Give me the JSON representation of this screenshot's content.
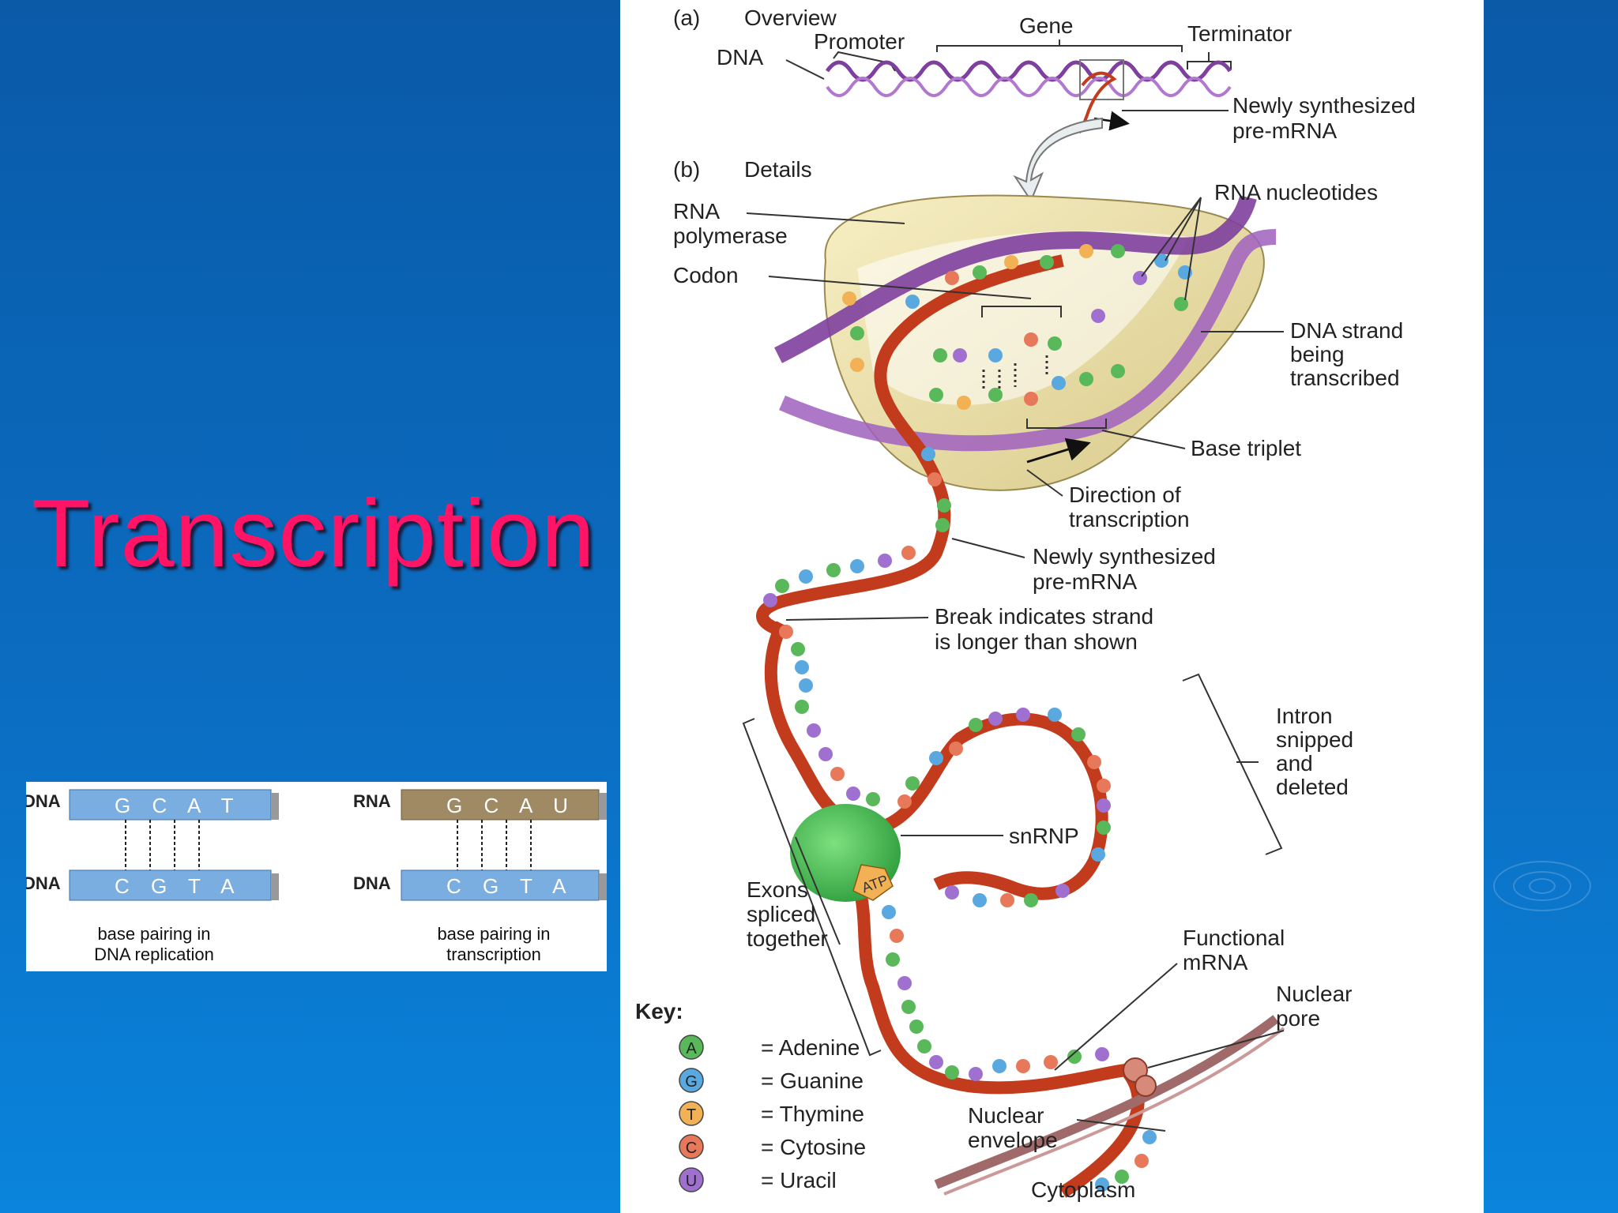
{
  "slide": {
    "title": "Transcription"
  },
  "base_pairing": {
    "left": {
      "top_label": "DNA",
      "top_letters": "G C A T",
      "bottom_label": "DNA",
      "bottom_letters": "C G T A",
      "caption_line1": "base pairing in",
      "caption_line2": "DNA replication"
    },
    "right": {
      "top_label": "RNA",
      "top_letters": "G C A U",
      "bottom_label": "DNA",
      "bottom_letters": "C G T A",
      "caption_line1": "base pairing in",
      "caption_line2": "transcription"
    },
    "colors": {
      "dna": "#7aaee0",
      "rna": "#a08a63"
    }
  },
  "figure": {
    "part_a": {
      "letter": "(a)",
      "heading": "Overview",
      "dna": "DNA",
      "promoter": "Promoter",
      "gene": "Gene",
      "terminator": "Terminator",
      "pre_mrna_1": "Newly synthesized",
      "pre_mrna_2": "pre-mRNA"
    },
    "part_b": {
      "letter": "(b)",
      "heading": "Details",
      "rna_polymerase_1": "RNA",
      "rna_polymerase_2": "polymerase",
      "codon": "Codon",
      "rna_nucleotides": "RNA nucleotides",
      "dna_strand_1": "DNA strand",
      "dna_strand_2": "being",
      "dna_strand_3": "transcribed",
      "base_triplet": "Base triplet",
      "direction_1": "Direction of",
      "direction_2": "transcription",
      "pre_mrna_1": "Newly synthesized",
      "pre_mrna_2": "pre-mRNA",
      "break_1": "Break indicates strand",
      "break_2": "is longer than shown",
      "intron_1": "Intron",
      "intron_2": "snipped",
      "intron_3": "and",
      "intron_4": "deleted",
      "snrnp": "snRNP",
      "atp": "ATP",
      "exons_1": "Exons",
      "exons_2": "spliced",
      "exons_3": "together",
      "functional_1": "Functional",
      "functional_2": "mRNA",
      "pore_1": "Nuclear",
      "pore_2": "pore",
      "envelope_1": "Nuclear",
      "envelope_2": "envelope",
      "cytoplasm": "Cytoplasm"
    },
    "key": {
      "title": "Key:",
      "items": [
        {
          "letter": "A",
          "name": "= Adenine",
          "color": "#58b85a"
        },
        {
          "letter": "G",
          "name": "= Guanine",
          "color": "#5aa8e0"
        },
        {
          "letter": "T",
          "name": "= Thymine",
          "color": "#f2b154"
        },
        {
          "letter": "C",
          "name": "= Cytosine",
          "color": "#e8785a"
        },
        {
          "letter": "U",
          "name": "= Uracil",
          "color": "#a070d0"
        }
      ]
    },
    "colors": {
      "dna_strand": "#7e3f9e",
      "rna_strand": "#c23b1c",
      "polymerase": "#f0e6b0",
      "snrnp": "#3fbf4f"
    }
  }
}
